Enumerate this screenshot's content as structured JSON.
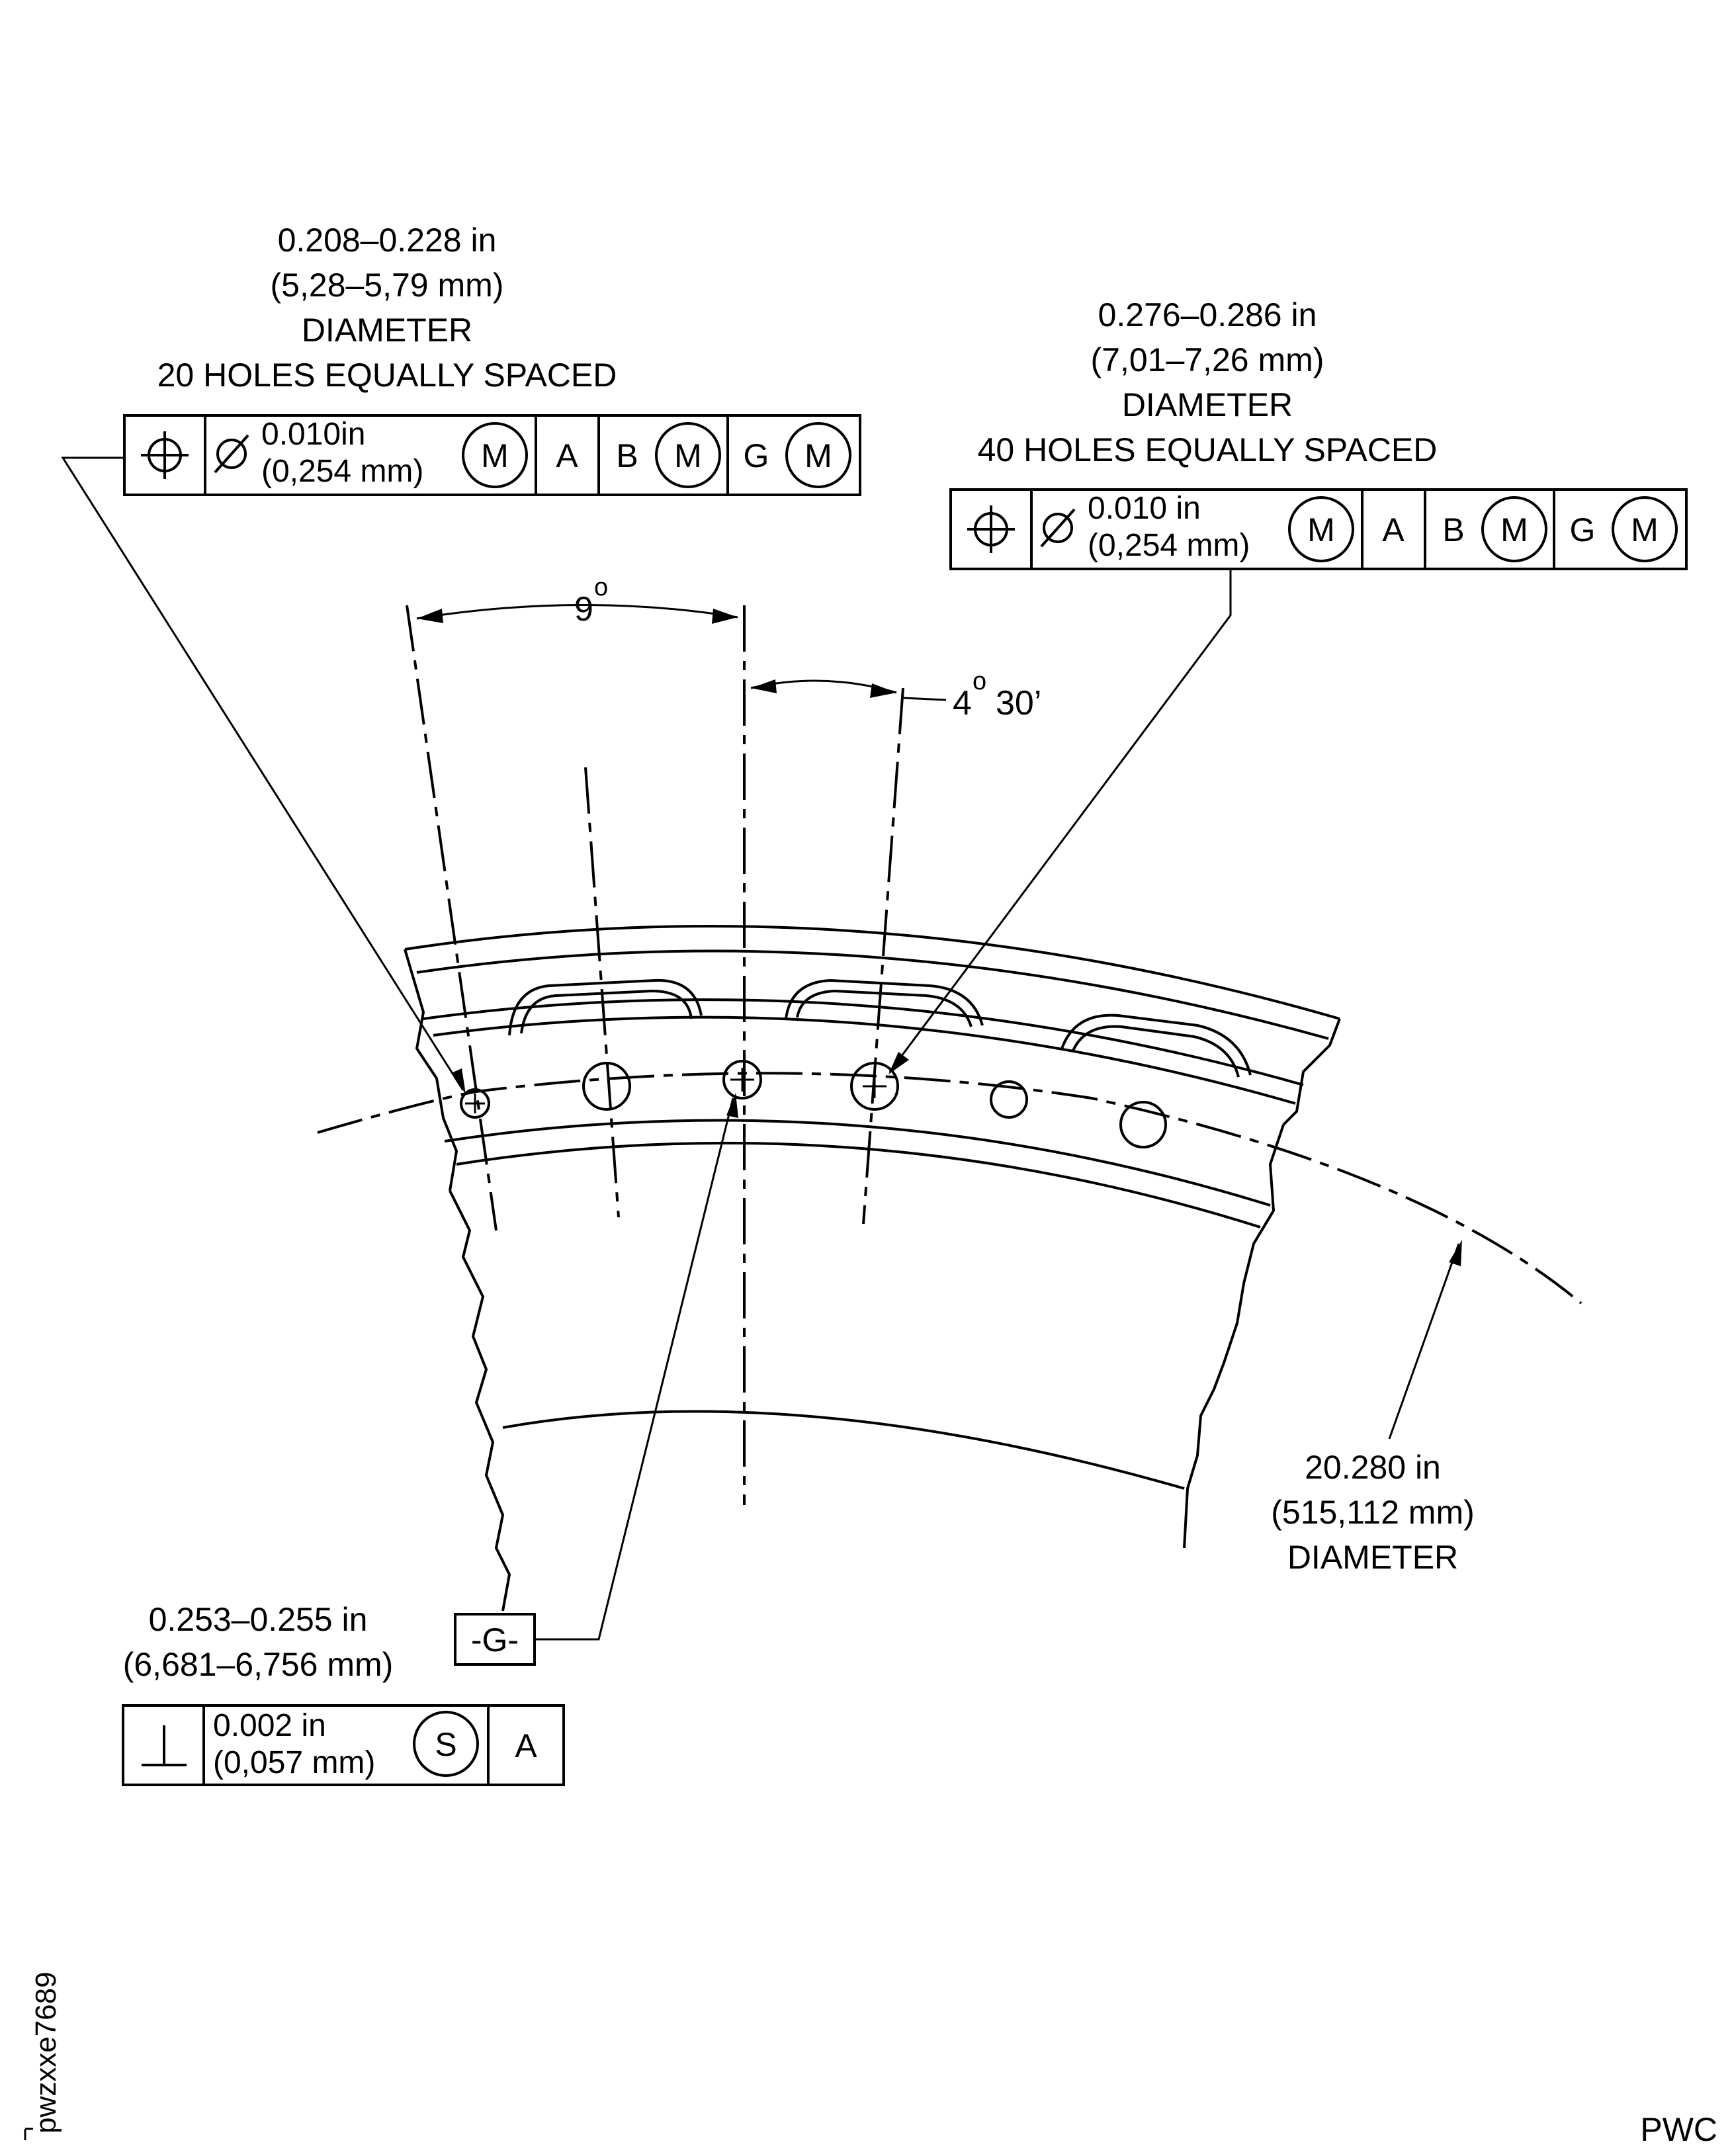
{
  "callout_20_holes": {
    "size_in": "0.208–0.228 in",
    "size_mm": "(5,28–5,79 mm)",
    "label": "DIAMETER",
    "count": "20 HOLES EQUALLY SPACED",
    "fcf": {
      "symbol": "position-icon",
      "tol_in": "0.010in",
      "tol_mm": "(0,254 mm)",
      "modifier": "M",
      "datum_1": "A",
      "datum_2": "B",
      "datum_2_mod": "M",
      "datum_3": "G",
      "datum_3_mod": "M"
    }
  },
  "callout_40_holes": {
    "size_in": "0.276–0.286 in",
    "size_mm": "(7,01–7,26 mm)",
    "label": "DIAMETER",
    "count": "40 HOLES EQUALLY SPACED",
    "fcf": {
      "symbol": "position-icon",
      "tol_in": "0.010 in",
      "tol_mm": "(0,254 mm)",
      "modifier": "M",
      "datum_1": "A",
      "datum_2": "B",
      "datum_2_mod": "M",
      "datum_3": "G",
      "datum_3_mod": "M"
    }
  },
  "angle_9": {
    "deg": "9",
    "deg_mark": "o"
  },
  "angle_4_30": {
    "deg": "4",
    "deg_mark": "o",
    "min": "30’"
  },
  "bolt_circle": {
    "size_in": "20.280 in",
    "size_mm": "(515,112 mm)",
    "label": "DIAMETER"
  },
  "datum_g_hole": {
    "size_in": "0.253–0.255 in",
    "size_mm": "(6,681–6,756 mm)",
    "datum": "-G-",
    "fcf": {
      "symbol": "perpendicularity-icon",
      "tol_in": "0.002 in",
      "tol_mm": "(0,057 mm)",
      "modifier": "S",
      "datum_1": "A"
    }
  },
  "figure_id": "pwzxxe7689",
  "brand": "PWC"
}
